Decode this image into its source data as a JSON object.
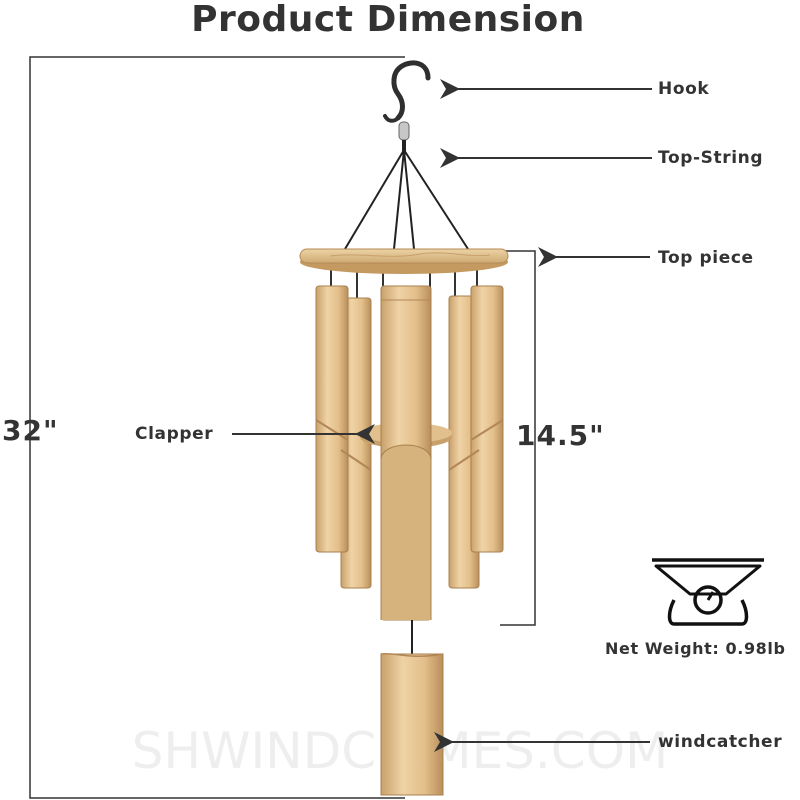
{
  "title": "Product Dimension",
  "callouts": {
    "hook": "Hook",
    "top_string": "Top-String",
    "top_piece": "Top piece",
    "clapper": "Clapper",
    "windcatcher": "windcatcher"
  },
  "dimensions": {
    "overall_height": "32\"",
    "tube_height": "14.5\""
  },
  "weight": {
    "label": "Net Weight: 0.98lb",
    "icon": "scale-icon"
  },
  "watermark": "SHWINDCHIMES.COM",
  "colors": {
    "text": "#333333",
    "bamboo_light": "#e8c898",
    "bamboo_dark": "#c9a06a",
    "wood_top": "#e2c391",
    "hook": "#2f2f2f",
    "watermark": "#eeeeee"
  }
}
